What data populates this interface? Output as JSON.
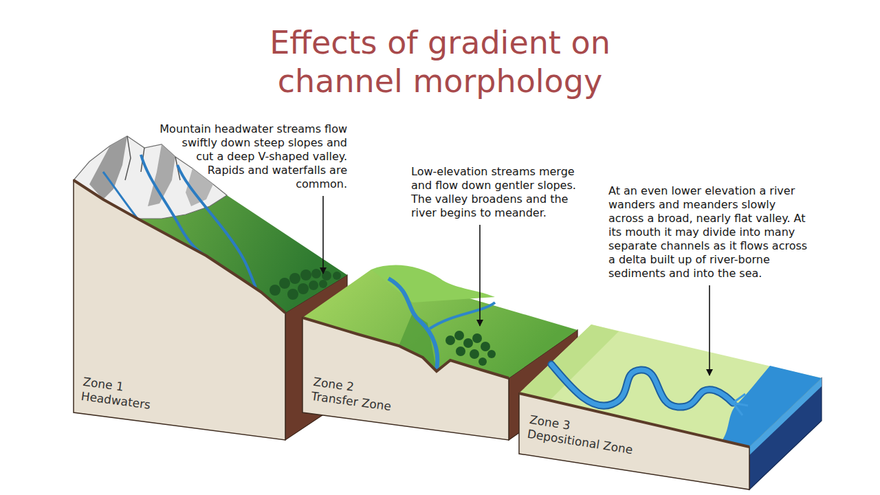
{
  "diagram": {
    "title": "Effects of gradient on channel morphology",
    "labels": [
      "Mountain headwater streams flow swiftly down steep slopes and cut a deep V-shaped valley. Rapids and waterfalls are common.",
      "Low-elevation streams merge and flow down gentler slopes. The valley broadens and the river begins to meander.",
      "At an even lower elevation a river wanders and meanders slowly across a broad, nearly flat valley. At its mouth it may divide into many separate channels as it flows across a delta built up of river-borne sediments and into the sea.",
      "Zone 1 Headwaters",
      "Zone 2 Transfer Zone",
      "Zone 3 Depositional Zone"
    ]
  }
}
